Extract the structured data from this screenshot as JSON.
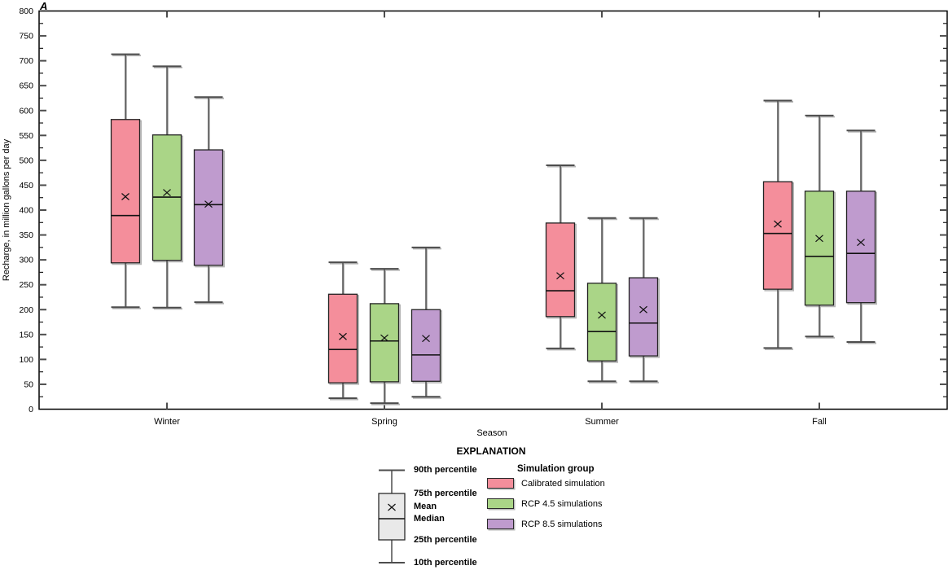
{
  "panel_label": "A",
  "y_axis": {
    "title": "Recharge, in million gallons per day",
    "min": 0,
    "max": 800,
    "major_step": 50,
    "minor_step": 25,
    "major_tick_labels": [
      "0",
      "50",
      "100",
      "150",
      "200",
      "250",
      "300",
      "350",
      "400",
      "450",
      "500",
      "550",
      "600",
      "650",
      "700",
      "750",
      "800"
    ]
  },
  "x_axis": {
    "title": "Season"
  },
  "explanation": {
    "title": "EXPLANATION",
    "boxplot_labels": {
      "p90": "90th percentile",
      "p75": "75th percentile",
      "mean": "Mean",
      "median": "Median",
      "p25": "25th percentile",
      "p10": "10th percentile"
    },
    "legend_title": "Simulation group",
    "sample_box_fill": "#e9e9e9"
  },
  "colors": {
    "calibrated": "#f48e9b",
    "rcp45": "#aad587",
    "rcp85": "#bf9bce",
    "box_outline": "#222222",
    "whisker": "#4d4d4d",
    "median": "#111111",
    "shadow": "#b5b5b5",
    "axis": "#000000"
  },
  "chart_data": {
    "type": "box",
    "title": "",
    "xlabel": "Season",
    "ylabel": "Recharge, in million gallons per day",
    "ylim": [
      0,
      800
    ],
    "ytick_major": 50,
    "ytick_minor": 25,
    "grid": false,
    "legend_position": "bottom",
    "whisker_low_def": "10th percentile",
    "whisker_high_def": "90th percentile",
    "categories": [
      "Winter",
      "Spring",
      "Summer",
      "Fall"
    ],
    "series": [
      {
        "name": "Calibrated simulation",
        "color": "#f48e9b",
        "boxes": [
          {
            "p10": 205,
            "q1": 294,
            "med": 389,
            "mean": 427,
            "q3": 582,
            "p90": 713
          },
          {
            "p10": 22,
            "q1": 53,
            "med": 120,
            "mean": 146,
            "q3": 231,
            "p90": 295
          },
          {
            "p10": 122,
            "q1": 186,
            "med": 238,
            "mean": 268,
            "q3": 374,
            "p90": 490
          },
          {
            "p10": 123,
            "q1": 241,
            "med": 353,
            "mean": 372,
            "q3": 457,
            "p90": 620
          }
        ]
      },
      {
        "name": "RCP 4.5 simulations",
        "color": "#aad587",
        "boxes": [
          {
            "p10": 204,
            "q1": 299,
            "med": 426,
            "mean": 435,
            "q3": 551,
            "p90": 689
          },
          {
            "p10": 12,
            "q1": 55,
            "med": 137,
            "mean": 143,
            "q3": 212,
            "p90": 282
          },
          {
            "p10": 56,
            "q1": 97,
            "med": 156,
            "mean": 189,
            "q3": 253,
            "p90": 384
          },
          {
            "p10": 146,
            "q1": 209,
            "med": 307,
            "mean": 343,
            "q3": 438,
            "p90": 590
          }
        ]
      },
      {
        "name": "RCP 8.5 simulations",
        "color": "#bf9bce",
        "boxes": [
          {
            "p10": 215,
            "q1": 289,
            "med": 411,
            "mean": 412,
            "q3": 521,
            "p90": 627
          },
          {
            "p10": 25,
            "q1": 56,
            "med": 109,
            "mean": 142,
            "q3": 200,
            "p90": 325
          },
          {
            "p10": 56,
            "q1": 107,
            "med": 173,
            "mean": 200,
            "q3": 264,
            "p90": 384
          },
          {
            "p10": 135,
            "q1": 214,
            "med": 313,
            "mean": 335,
            "q3": 438,
            "p90": 560
          }
        ]
      }
    ]
  }
}
